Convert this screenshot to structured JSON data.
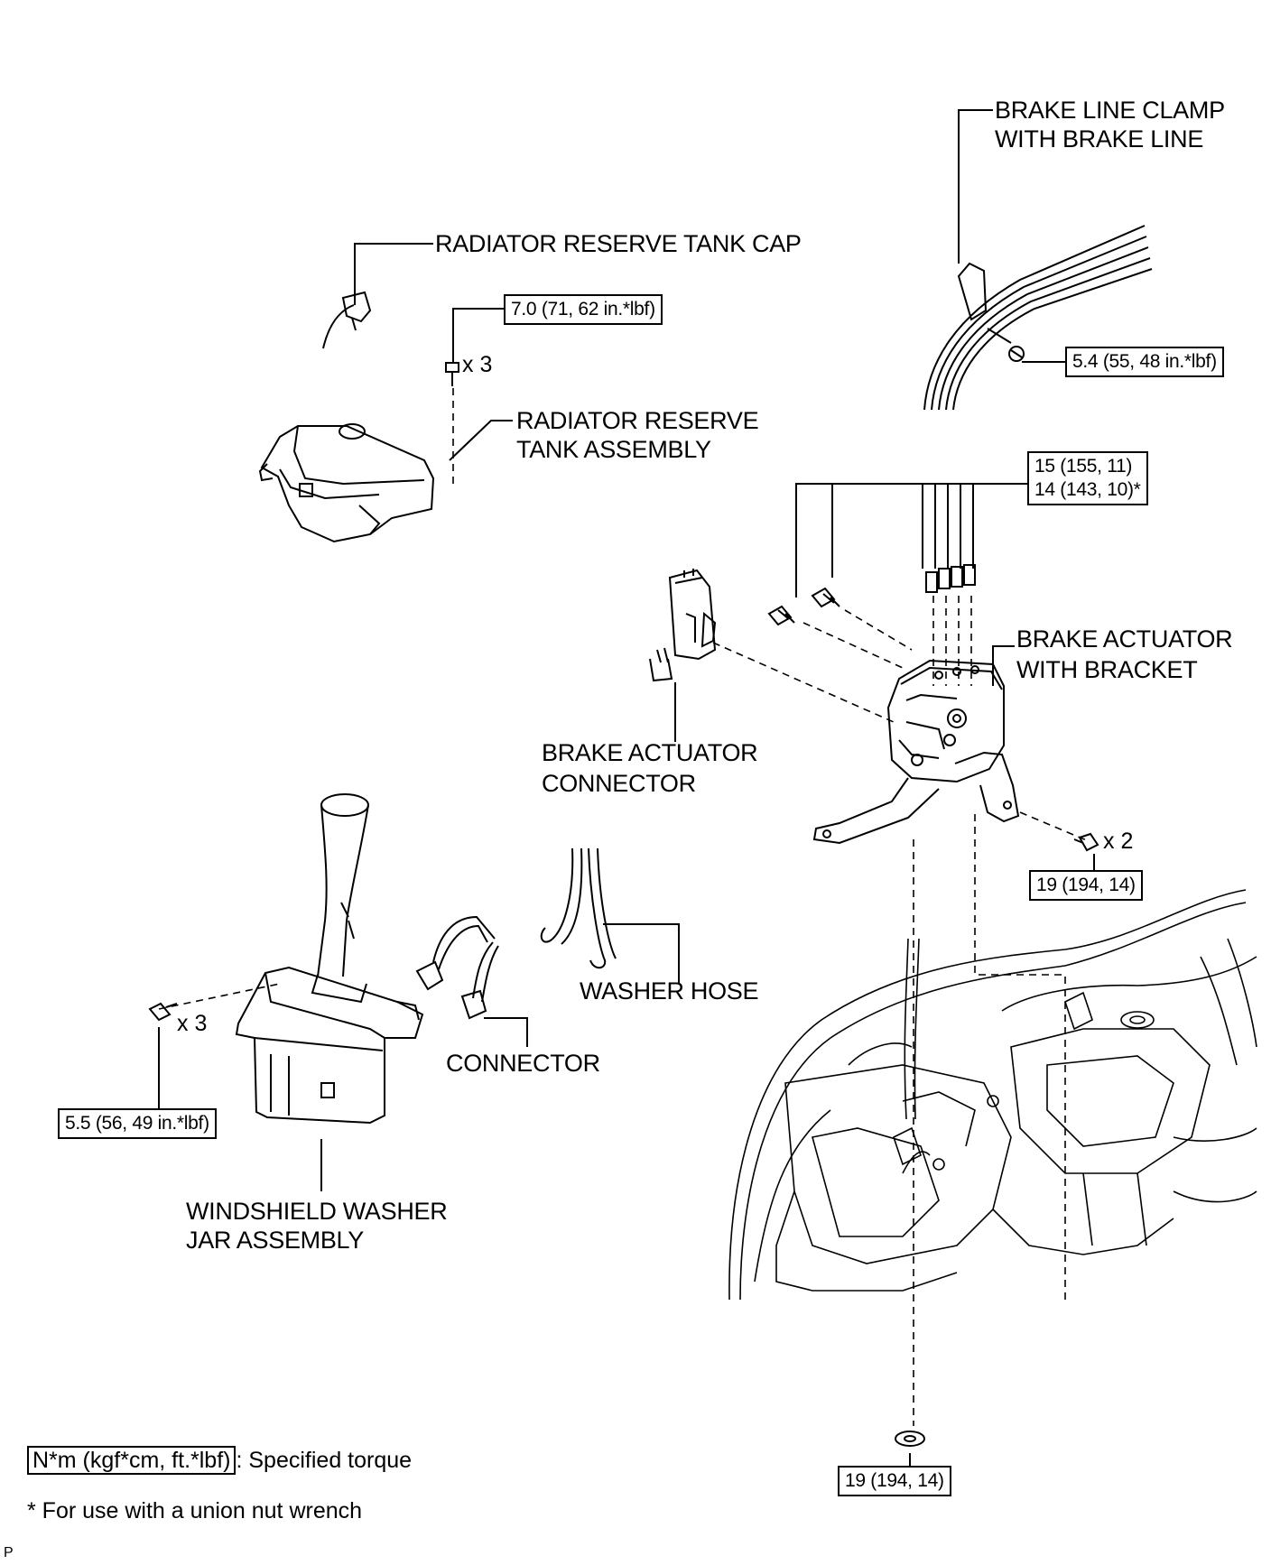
{
  "labels": {
    "brake_line_clamp": [
      "BRAKE LINE CLAMP",
      "WITH BRAKE LINE"
    ],
    "radiator_reserve_tank_cap": "RADIATOR RESERVE TANK CAP",
    "radiator_reserve_tank_assembly": [
      "RADIATOR RESERVE",
      "TANK ASSEMBLY"
    ],
    "brake_actuator_with_bracket": [
      "BRAKE ACTUATOR",
      "WITH BRACKET"
    ],
    "brake_actuator_connector": [
      "BRAKE ACTUATOR",
      "CONNECTOR"
    ],
    "washer_hose": "WASHER HOSE",
    "connector": "CONNECTOR",
    "windshield_washer_jar_assembly": [
      "WINDSHIELD WASHER",
      "JAR ASSEMBLY"
    ]
  },
  "torque_specs": {
    "tank_bolt": "7.0 (71, 62 in.*lbf)",
    "clamp_bolt": "5.4 (55, 48 in.*lbf)",
    "brake_line_nuts": [
      "15 (155, 11)",
      "14 (143, 10)*"
    ],
    "bracket_bolt": "19 (194, 14)",
    "bottom_nut": "19 (194, 14)",
    "jar_bolt": "5.5 (56, 49 in.*lbf)"
  },
  "quantities": {
    "tank_bolt_qty": "x 3",
    "bracket_bolt_qty": "x 2",
    "jar_bolt_qty": "x 3"
  },
  "legend": {
    "unit": "N*m (kgf*cm, ft.*lbf)",
    "unit_desc": ": Specified torque",
    "footnote": "* For use with a union nut wrench"
  },
  "corner_mark": "P"
}
